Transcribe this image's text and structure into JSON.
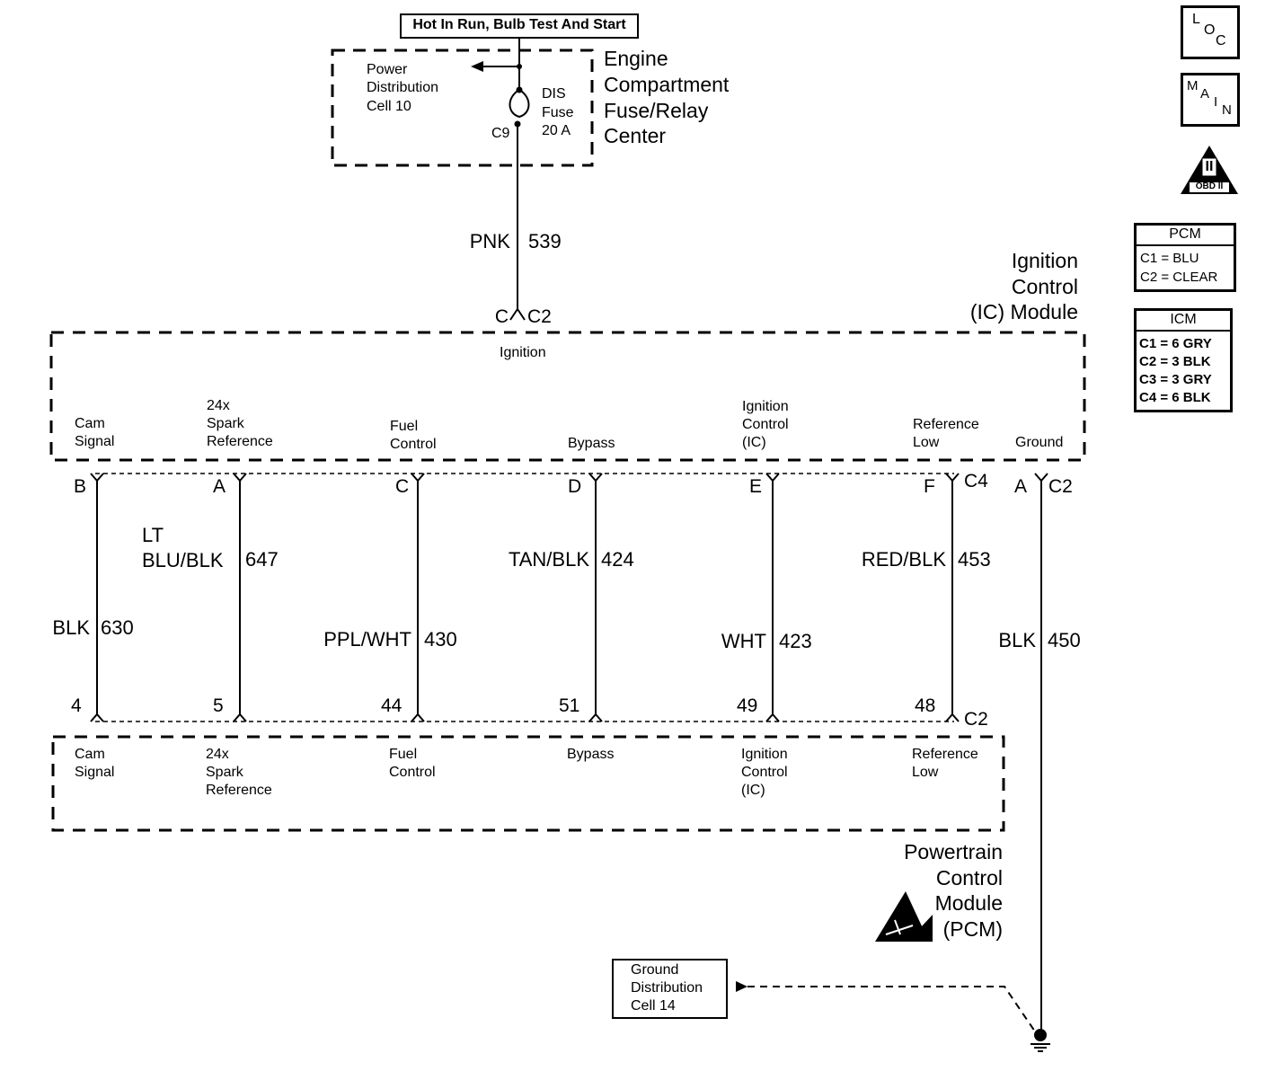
{
  "power": {
    "hot_label": "Hot In Run, Bulb Test And Start",
    "pdc_line1": "Power",
    "pdc_line2": "Distribution",
    "pdc_line3": "Cell 10",
    "fuse_line1": "DIS",
    "fuse_line2": "Fuse",
    "fuse_line3": "20 A",
    "fuse_conn": "C9",
    "center_line1": "Engine",
    "center_line2": "Compartment",
    "center_line3": "Fuse/Relay",
    "center_line4": "Center"
  },
  "feed": {
    "color": "PNK",
    "circuit": "539",
    "pin": "C",
    "conn": "C2"
  },
  "icm": {
    "title_line1": "Ignition",
    "title_line2": "Control",
    "title_line3": "(IC) Module",
    "ignition_label": "Ignition",
    "pins": [
      {
        "label": "Cam\nSignal",
        "pin": "B"
      },
      {
        "label": "24x\nSpark\nReference",
        "pin": "A"
      },
      {
        "label": "Fuel\nControl",
        "pin": "C"
      },
      {
        "label": "Bypass",
        "pin": "D"
      },
      {
        "label": "Ignition\nControl\n(IC)",
        "pin": "E"
      },
      {
        "label": "Reference\nLow",
        "pin": "F"
      },
      {
        "label": "Ground",
        "pin": "A"
      }
    ],
    "conn_c4": "C4",
    "conn_c2": "C2"
  },
  "wires": [
    {
      "color": "BLK",
      "circuit": "630"
    },
    {
      "color": "LT\nBLU/BLK",
      "circuit": "647"
    },
    {
      "color": "PPL/WHT",
      "circuit": "430"
    },
    {
      "color": "TAN/BLK",
      "circuit": "424"
    },
    {
      "color": "WHT",
      "circuit": "423"
    },
    {
      "color": "RED/BLK",
      "circuit": "453"
    },
    {
      "color": "BLK",
      "circuit": "450"
    }
  ],
  "pcm": {
    "pins": [
      "4",
      "5",
      "44",
      "51",
      "49",
      "48"
    ],
    "conn": "C2",
    "labels": [
      "Cam\nSignal",
      "24x\nSpark\nReference",
      "Fuel\nControl",
      "Bypass",
      "Ignition\nControl\n(IC)",
      "Reference\nLow"
    ],
    "title_line1": "Powertrain",
    "title_line2": "Control",
    "title_line3": "Module",
    "title_line4": "(PCM)"
  },
  "ground": {
    "line1": "Ground",
    "line2": "Distribution",
    "line3": "Cell 14"
  },
  "legend": {
    "loc": [
      "L",
      "O",
      "C"
    ],
    "main": [
      "M",
      "A",
      "I",
      "N"
    ],
    "obd_numeral": "II",
    "obd_text": "OBD II",
    "pcm_title": "PCM",
    "pcm_rows": [
      "C1 = BLU",
      "C2 = CLEAR"
    ],
    "icm_title": "ICM",
    "icm_rows": [
      "C1 = 6 GRY",
      "C2 = 3 BLK",
      "C3 = 3 GRY",
      "C4 = 6 BLK"
    ]
  },
  "icons": {
    "esd": "esd-warning-icon",
    "ground_symbol": "ground-symbol-icon",
    "arrow": "arrow-left-icon"
  }
}
